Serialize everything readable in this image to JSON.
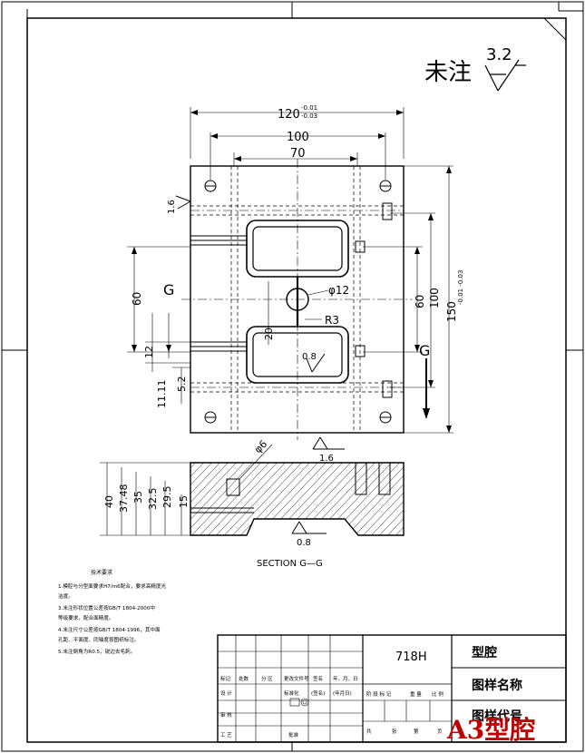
{
  "sheet": {
    "surface_note": "未注",
    "surface_value": "3.2"
  },
  "top_view": {
    "dims": {
      "width_overall": "120",
      "width_overall_tol_upper": "-0.01",
      "width_overall_tol_lower": "-0.03",
      "width_100": "100",
      "width_70": "70",
      "height_overall": "150",
      "height_overall_tol": "-0.01 -0.03",
      "height_100": "100",
      "height_60_right": "60",
      "height_60_left": "60",
      "dim_12": "12",
      "dim_11_11": "11.11",
      "dim_5_2": "5.2",
      "dim_20": "20",
      "dia_12": "φ12",
      "radius": "R3",
      "roughness_side": "1.6",
      "roughness_bottom": "1.6",
      "roughness_pocket": "0.8"
    },
    "section_mark_left": "G",
    "section_mark_right": "G"
  },
  "section_view": {
    "dims": {
      "d40": "40",
      "d37_48": "37.48",
      "d35": "35",
      "d32_5": "32.5",
      "d29_5": "29.5",
      "d15": "15",
      "dia6": "φ6",
      "roughness": "0.8"
    },
    "title": "SECTION  G—G"
  },
  "tech_notes": {
    "heading": "技术要求",
    "items": [
      "1.模腔与分型面要求H7/m6配合，要求高精度光",
      "   洁度。",
      "3.未注形状位置公差按GB/T 1804-2000中",
      "   等级要求，配合面精度。",
      "4.未注尺寸公差按GB/T 1804-1996，其中面",
      "   孔距、平面度、同轴度按图纸标注。",
      "5.未注倒角为R0.5，锐边去毛刺。"
    ]
  },
  "title_block": {
    "material": "718H",
    "part_name": "型腔",
    "drawing_name_label": "图样名称",
    "drawing_code_label": "图样代号",
    "watermark": "A3型腔",
    "row_labels": {
      "mark": "标记",
      "count": "处数",
      "zone": "分 区",
      "change_doc": "更改文件号",
      "sign": "签名",
      "date": "年、月、日",
      "design": "设 计",
      "standard": "标准化",
      "sign2": "(签名)",
      "date2": "(年月日)",
      "review": "审 核",
      "process": "工 艺",
      "approve": "批准",
      "stage_mark": "阶 段 标 记",
      "weight": "重 量",
      "scale": "比 例",
      "total": "共",
      "sheets": "张",
      "sheet_no": "第",
      "page": "页"
    }
  }
}
